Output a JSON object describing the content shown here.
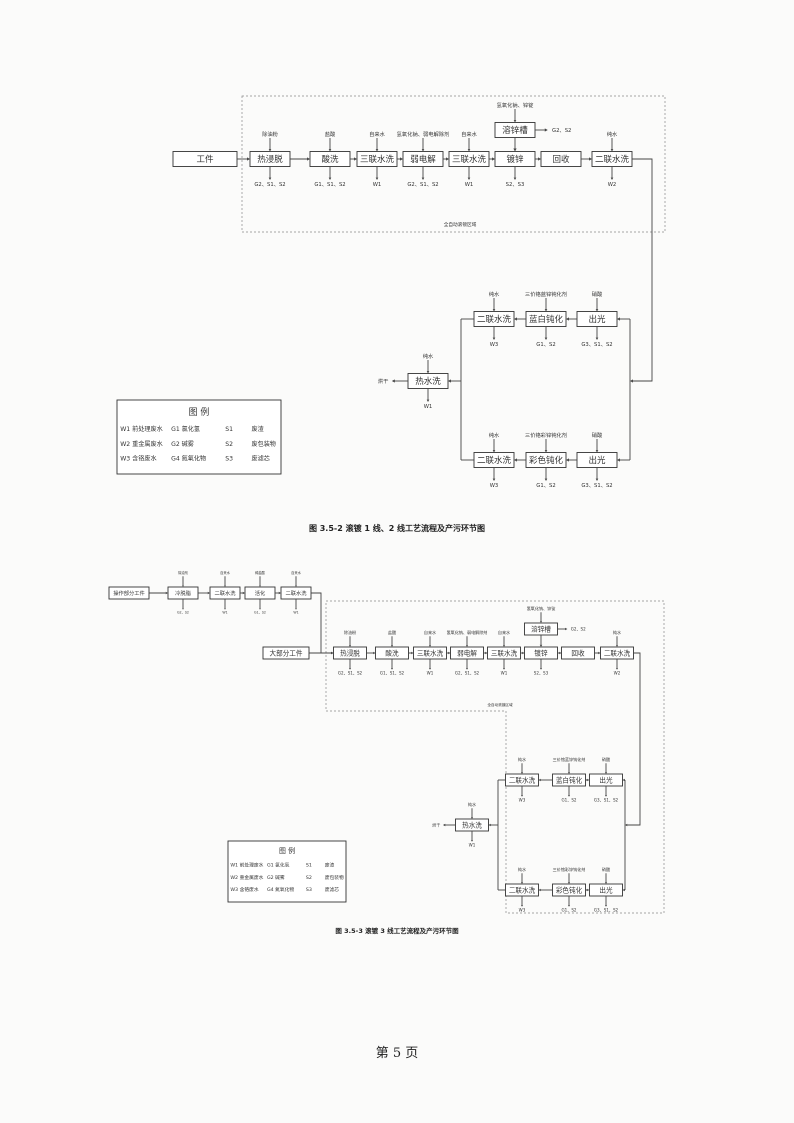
{
  "diagram1": {
    "workpiece": "工件",
    "main_steps": [
      {
        "label": "热浸脱",
        "input": "除油粉",
        "out": "G2、S1、S2"
      },
      {
        "label": "酸洗",
        "input": "盐酸",
        "out": "G1、S1、S2"
      },
      {
        "label": "三联水洗",
        "input": "自来水",
        "out": "W1"
      },
      {
        "label": "弱电解",
        "input": "氢氧化钠、弱电解除剂",
        "out": "G2、S1、S2"
      },
      {
        "label": "三联水洗",
        "input": "自来水",
        "out": "W1"
      },
      {
        "label": "镀锌",
        "input": "",
        "out": "S2、S3"
      },
      {
        "label": "回收",
        "input": "",
        "out": ""
      },
      {
        "label": "二联水洗",
        "input": "纯水",
        "out": "W2"
      }
    ],
    "tank": {
      "label": "溶锌槽",
      "input": "氢氧化钠、锌锭",
      "out": "G2、S2"
    },
    "region_label": "全自动滚镀区域",
    "hot_wash": {
      "label": "热水洗",
      "input": "纯水",
      "out": "W1",
      "exit": "烘干"
    },
    "upper_branch": [
      {
        "label": "二联水洗",
        "input": "纯水",
        "out": "W3"
      },
      {
        "label": "蓝白钝化",
        "input": "三价铬蓝锌钝化剂",
        "out": "G1、S2"
      },
      {
        "label": "出光",
        "input": "硝酸",
        "out": "G3、S1、S2"
      }
    ],
    "lower_branch": [
      {
        "label": "二联水洗",
        "input": "纯水",
        "out": "W3"
      },
      {
        "label": "彩色钝化",
        "input": "三价铬彩锌钝化剂",
        "out": "G1、S2"
      },
      {
        "label": "出光",
        "input": "硝酸",
        "out": "G3、S1、S2"
      }
    ],
    "legend": {
      "title": "图 例",
      "rows": [
        [
          "W1  前处理废水",
          "G1 氯化氢",
          "S1",
          "废渣"
        ],
        [
          "W2  重金属废水",
          "G2  碱雾",
          "S2",
          "废包装物"
        ],
        [
          "W3  含铬废水",
          "G4 氮氧化物",
          "S3",
          "废滤芯"
        ]
      ]
    },
    "caption": "图 3.5-2    滚镀 1 线、2 线工艺流程及产污环节图"
  },
  "diagram2": {
    "pre_workpiece": "操作部分工件",
    "pre_steps": [
      {
        "label": "冷脱脂",
        "input": "除油剂",
        "out": "G2、S2"
      },
      {
        "label": "二联水洗",
        "input": "自来水",
        "out": "W1"
      },
      {
        "label": "活化",
        "input": "稀盐酸",
        "out": "G1、S2"
      },
      {
        "label": "二联水洗",
        "input": "自来水",
        "out": "W1"
      }
    ],
    "workpiece": "大部分工件",
    "main_steps": [
      {
        "label": "热浸脱",
        "input": "除油粉",
        "out": "G2、S1、S2"
      },
      {
        "label": "酸洗",
        "input": "盐酸",
        "out": "G1、S1、S2"
      },
      {
        "label": "三联水洗",
        "input": "自来水",
        "out": "W1"
      },
      {
        "label": "弱电解",
        "input": "氢氧化钠、弱电解除剂",
        "out": "G2、S1、S2"
      },
      {
        "label": "三联水洗",
        "input": "自来水",
        "out": "W1"
      },
      {
        "label": "镀锌",
        "input": "",
        "out": "S2、S3"
      },
      {
        "label": "回收",
        "input": "",
        "out": ""
      },
      {
        "label": "二联水洗",
        "input": "纯水",
        "out": "W2"
      }
    ],
    "tank": {
      "label": "溶锌槽",
      "input": "氢氧化钠、锌锭",
      "out": "G2、S2"
    },
    "region_label": "全自动滚镀区域",
    "hot_wash": {
      "label": "热水洗",
      "input": "纯水",
      "out": "W1",
      "exit": "烘干"
    },
    "upper_branch": [
      {
        "label": "二联水洗",
        "input": "纯水",
        "out": "W3"
      },
      {
        "label": "蓝白钝化",
        "input": "三价铬蓝锌钝化剂",
        "out": "G1、S2"
      },
      {
        "label": "出光",
        "input": "硝酸",
        "out": "G3、S1、S2"
      }
    ],
    "lower_branch": [
      {
        "label": "二联水洗",
        "input": "纯水",
        "out": "W3"
      },
      {
        "label": "彩色钝化",
        "input": "三价铬彩锌钝化剂",
        "out": "G1、S2"
      },
      {
        "label": "出光",
        "input": "硝酸",
        "out": "G3、S1、S2"
      }
    ],
    "legend": {
      "title": "图 例",
      "rows": [
        [
          "W1  前处理废水",
          "G1 氯化氢",
          "S1",
          "废渣"
        ],
        [
          "W2  重金属废水",
          "G2  碱雾",
          "S2",
          "废包装物"
        ],
        [
          "W3  含铬废水",
          "G4 氮氧化物",
          "S3",
          "废滤芯"
        ]
      ]
    },
    "caption": "图 3.5-3    滚镀 3 线工艺流程及产污环节图"
  },
  "page_number": "第  5  页"
}
